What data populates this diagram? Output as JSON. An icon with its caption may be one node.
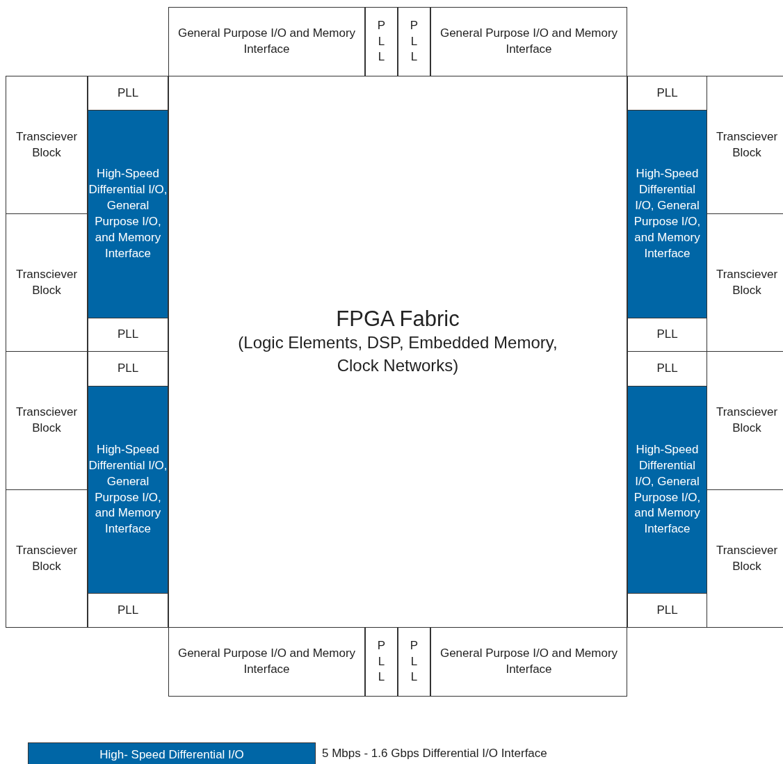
{
  "diagram": {
    "nodes": [
      {
        "text": [
          "General Purpose I/O and Memory Interface"
        ]
      },
      {
        "text": [
          "PLL"
        ]
      },
      {
        "text": [
          "PLL"
        ]
      },
      {
        "text": [
          "General Purpose I/O and Memory Interface"
        ]
      },
      {
        "text": [
          "FPGA Fabric",
          "(Logic Elements, DSP, Embedded Memory, Clock Networks)"
        ]
      },
      {
        "text": [
          "Transciever Block"
        ]
      },
      {
        "text": [
          "PLL"
        ]
      },
      {
        "text": [
          "High-Speed Differential I/O, General Purpose I/O, and Memory Interface"
        ]
      },
      {
        "text": [
          "Transciever Block"
        ]
      },
      {
        "text": [
          "PLL"
        ]
      },
      {
        "text": [
          "Transciever Block"
        ]
      },
      {
        "text": [
          "PLL"
        ]
      },
      {
        "text": [
          "High-Speed Differential I/O, General Purpose I/O, and Memory Interface"
        ]
      },
      {
        "text": [
          "Transciever Block"
        ]
      },
      {
        "text": [
          "PLL"
        ]
      },
      {
        "text": [
          "PLL"
        ]
      },
      {
        "text": [
          "Transciever Block"
        ]
      },
      {
        "text": [
          "High-Speed Differential I/O, General Purpose I/O, and Memory Interface"
        ]
      },
      {
        "text": [
          "Transciever Block"
        ]
      },
      {
        "text": [
          "PLL"
        ]
      },
      {
        "text": [
          "PLL"
        ]
      },
      {
        "text": [
          "Transciever Block"
        ]
      },
      {
        "text": [
          "High-Speed Differential I/O, General Purpose I/O, and Memory Interface"
        ]
      },
      {
        "text": [
          "Transciever Block"
        ]
      },
      {
        "text": [
          "PLL"
        ]
      },
      {
        "text": [
          "General Purpose I/O and Memory Interface"
        ]
      },
      {
        "text": [
          "PLL"
        ]
      },
      {
        "text": [
          "PLL"
        ]
      },
      {
        "text": [
          "General Purpose I/O and Memory Interface"
        ]
      }
    ],
    "edges": [],
    "labels": [
      "5 Mbps - 1.6 Gbps Differential I/O Interface"
    ],
    "legend": [
      {
        "text": "High- Speed Differential I/O",
        "color": "#0066a6"
      }
    ]
  }
}
